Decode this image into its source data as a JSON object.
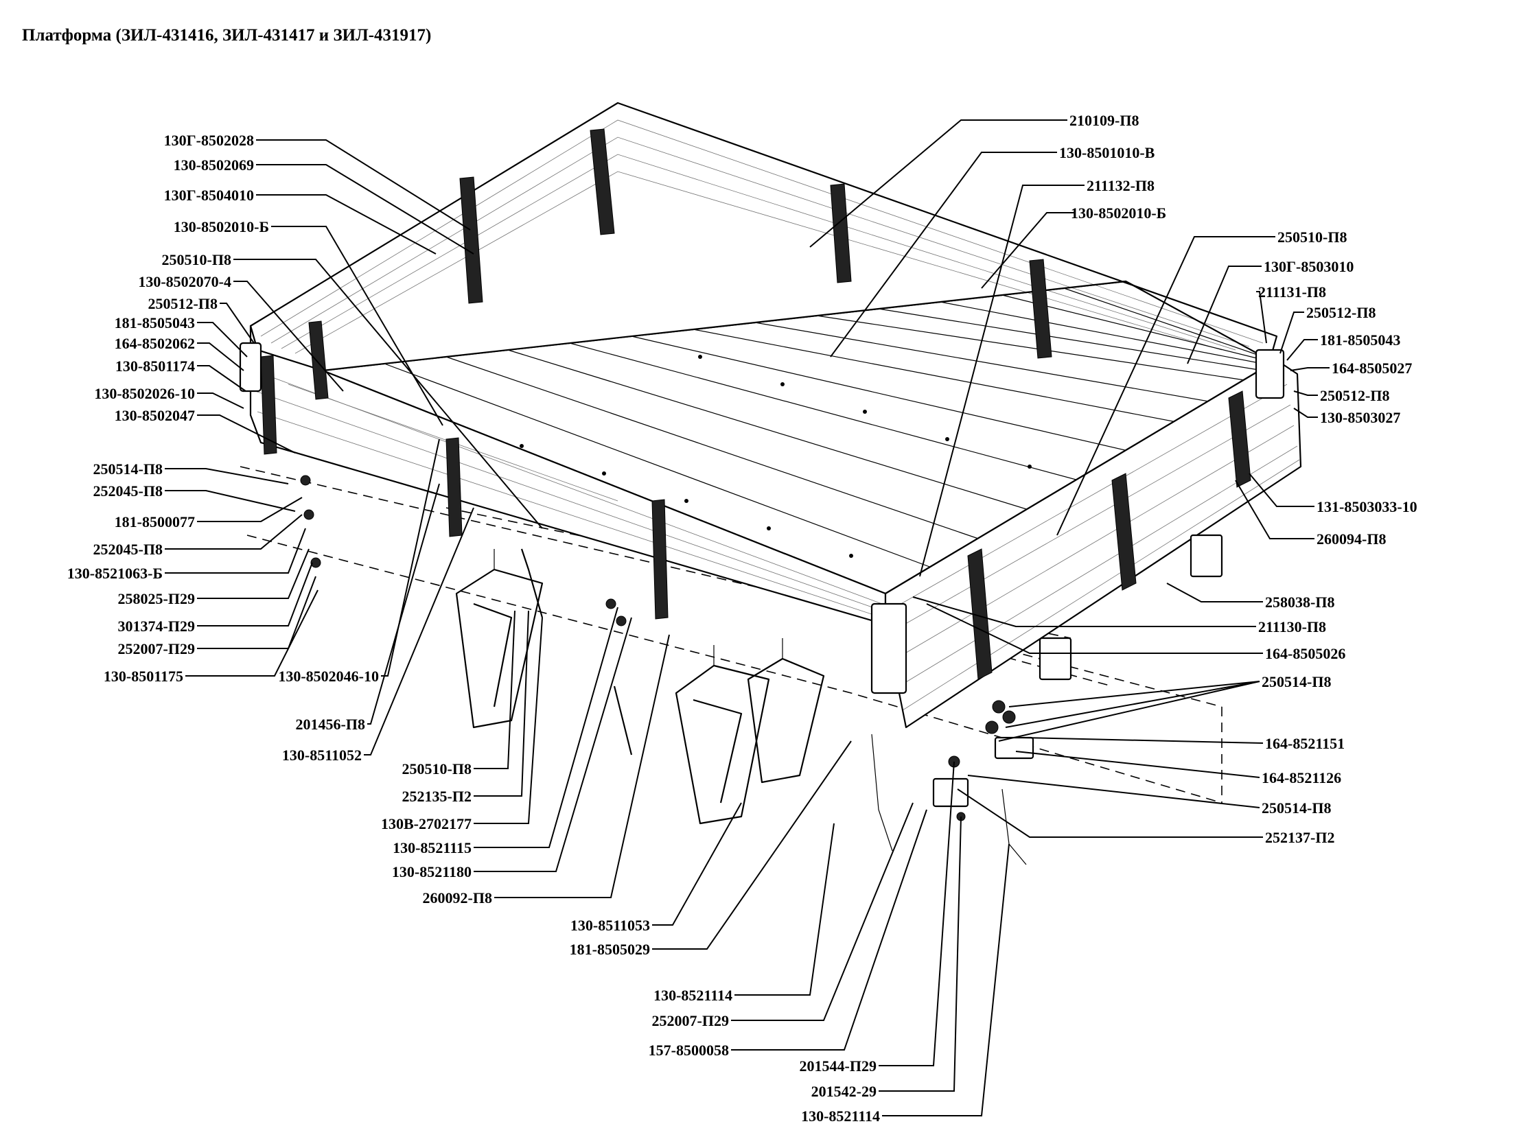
{
  "title": "Платформа (ЗИЛ-431416, ЗИЛ-431417 и ЗИЛ-431917)",
  "labels": [
    "130Г-8502028",
    "130-8502069",
    "130Г-8504010",
    "130-8502010-Б",
    "250510-П8",
    "130-8502070-4",
    "250512-П8",
    "181-8505043",
    "164-8502062",
    "130-8501174",
    "130-8502026-10",
    "130-8502047",
    "250514-П8",
    "252045-П8",
    "181-8500077",
    "252045-П8",
    "130-8521063-Б",
    "258025-П29",
    "301374-П29",
    "252007-П29",
    "130-8501175",
    "130-8502046-10",
    "201456-П8",
    "130-8511052",
    "250510-П8",
    "252135-П2",
    "130В-2702177",
    "130-8521115",
    "130-8521180",
    "260092-П8",
    "130-8511053",
    "181-8505029",
    "130-8521114",
    "252007-П29",
    "157-8500058",
    "201544-П29",
    "201542-29",
    "130-8521114",
    "210109-П8",
    "130-8501010-В",
    "211132-П8",
    "130-8502010-Б",
    "250510-П8",
    "130Г-8503010",
    "211131-П8",
    "250512-П8",
    "181-8505043",
    "164-8505027",
    "250512-П8",
    "130-8503027",
    "131-8503033-10",
    "260094-П8",
    "258038-П8",
    "211130-П8",
    "164-8505026",
    "250514-П8",
    "164-8521151",
    "164-8521126",
    "250514-П8",
    "252137-П2"
  ]
}
